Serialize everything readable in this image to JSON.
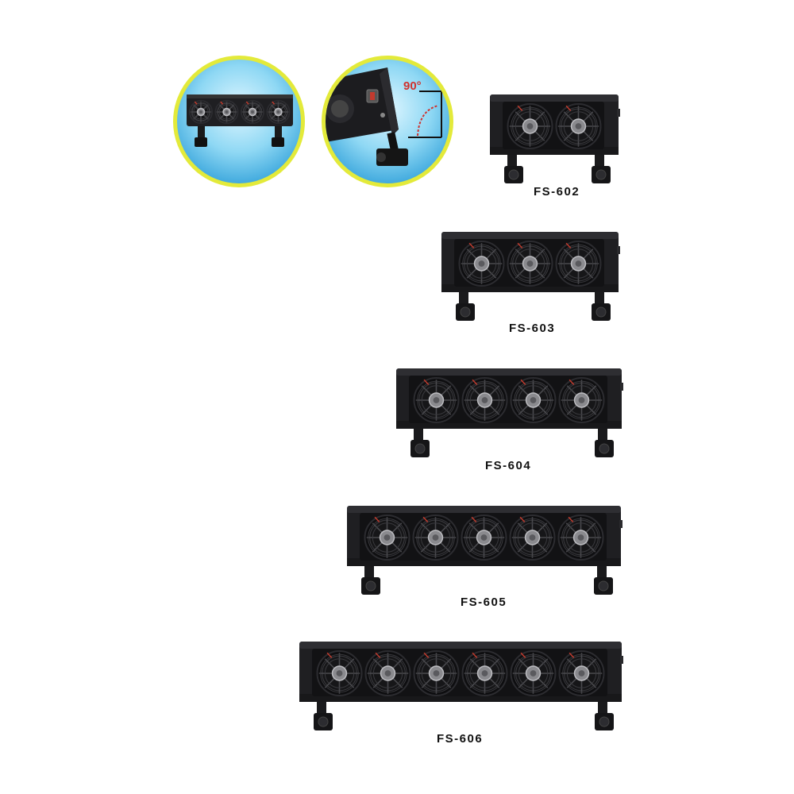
{
  "badges": [
    {
      "name": "fan-front-view",
      "fan_count": 4
    },
    {
      "name": "mount-rotation-view",
      "angle_label": "90°"
    }
  ],
  "products": [
    {
      "model": "FS-602",
      "fan_count": 2
    },
    {
      "model": "FS-603",
      "fan_count": 3
    },
    {
      "model": "FS-604",
      "fan_count": 4
    },
    {
      "model": "FS-605",
      "fan_count": 5
    },
    {
      "model": "FS-606",
      "fan_count": 6
    }
  ],
  "colors": {
    "badge_border": "#e3ea3a",
    "badge_blue": "#3aa6dc",
    "housing": "#1f1f22",
    "fan_red": "#c0392b"
  }
}
